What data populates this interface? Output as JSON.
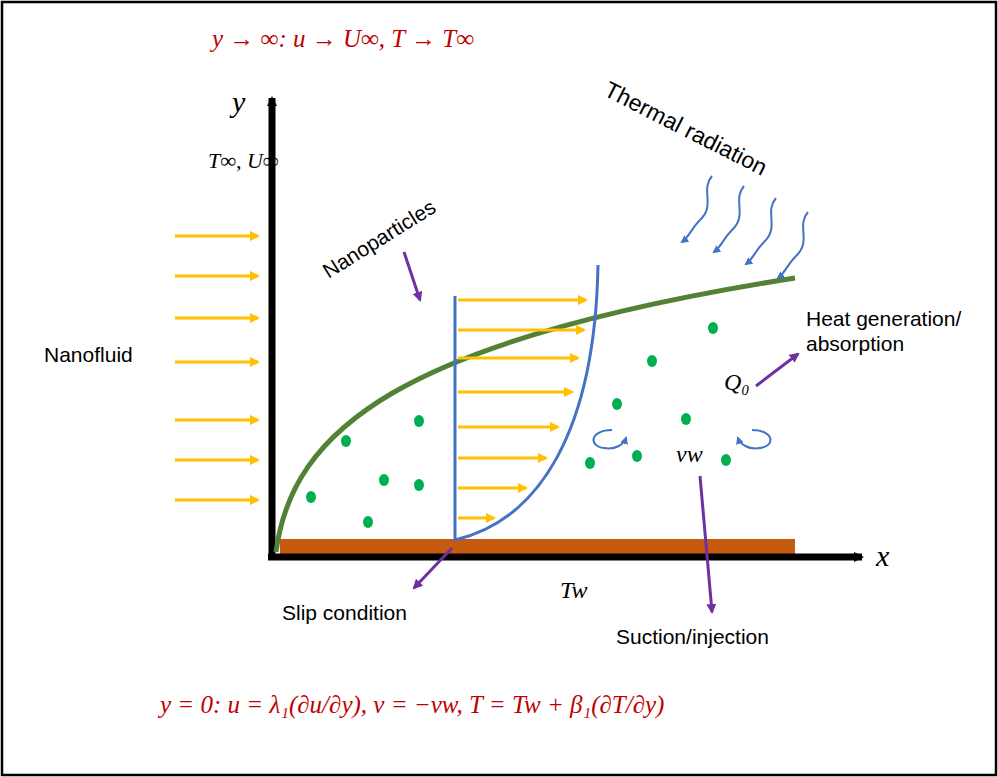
{
  "diagram": {
    "labels": [
      "y → ∞:  u → U∞, T → T∞",
      "y",
      "x",
      "T∞, U∞",
      "Nanofluid",
      "Nanoparticles",
      "Thermal radiation",
      "Heat generation/ absorption",
      "Q₀",
      "vw",
      "Tw",
      "Slip condition",
      "Suction/injection",
      "y = 0: u = λ₁(∂u/∂y),  v = −vw,    T = Tw + β₁(∂T/∂y)"
    ]
  }
}
